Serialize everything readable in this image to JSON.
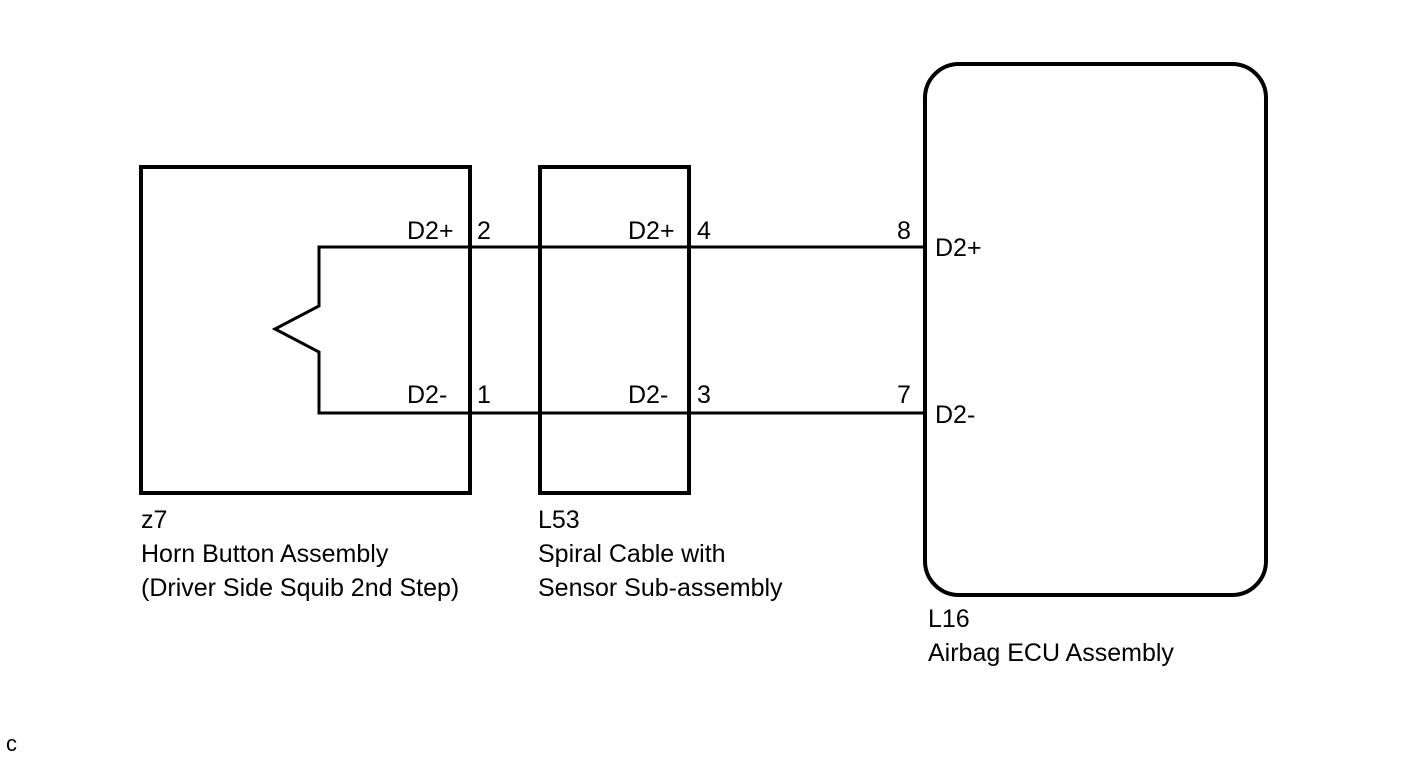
{
  "colors": {
    "line": "#000000",
    "background": "#ffffff"
  },
  "components": {
    "horn_button": {
      "code": "z7",
      "name_line1": "Horn Button Assembly",
      "name_line2": "(Driver Side Squib 2nd Step)",
      "pins": {
        "d2_plus": {
          "signal": "D2+",
          "number": "2"
        },
        "d2_minus": {
          "signal": "D2-",
          "number": "1"
        }
      }
    },
    "spiral_cable": {
      "code": "L53",
      "name_line1": "Spiral Cable with",
      "name_line2": "Sensor Sub-assembly",
      "pins": {
        "d2_plus": {
          "signal": "D2+",
          "number": "4"
        },
        "d2_minus": {
          "signal": "D2-",
          "number": "3"
        }
      }
    },
    "airbag_ecu": {
      "code": "L16",
      "name_line1": "Airbag ECU Assembly",
      "pins": {
        "d2_plus": {
          "signal": "D2+",
          "number": "8"
        },
        "d2_minus": {
          "signal": "D2-",
          "number": "7"
        }
      }
    }
  },
  "corner_mark": "c"
}
